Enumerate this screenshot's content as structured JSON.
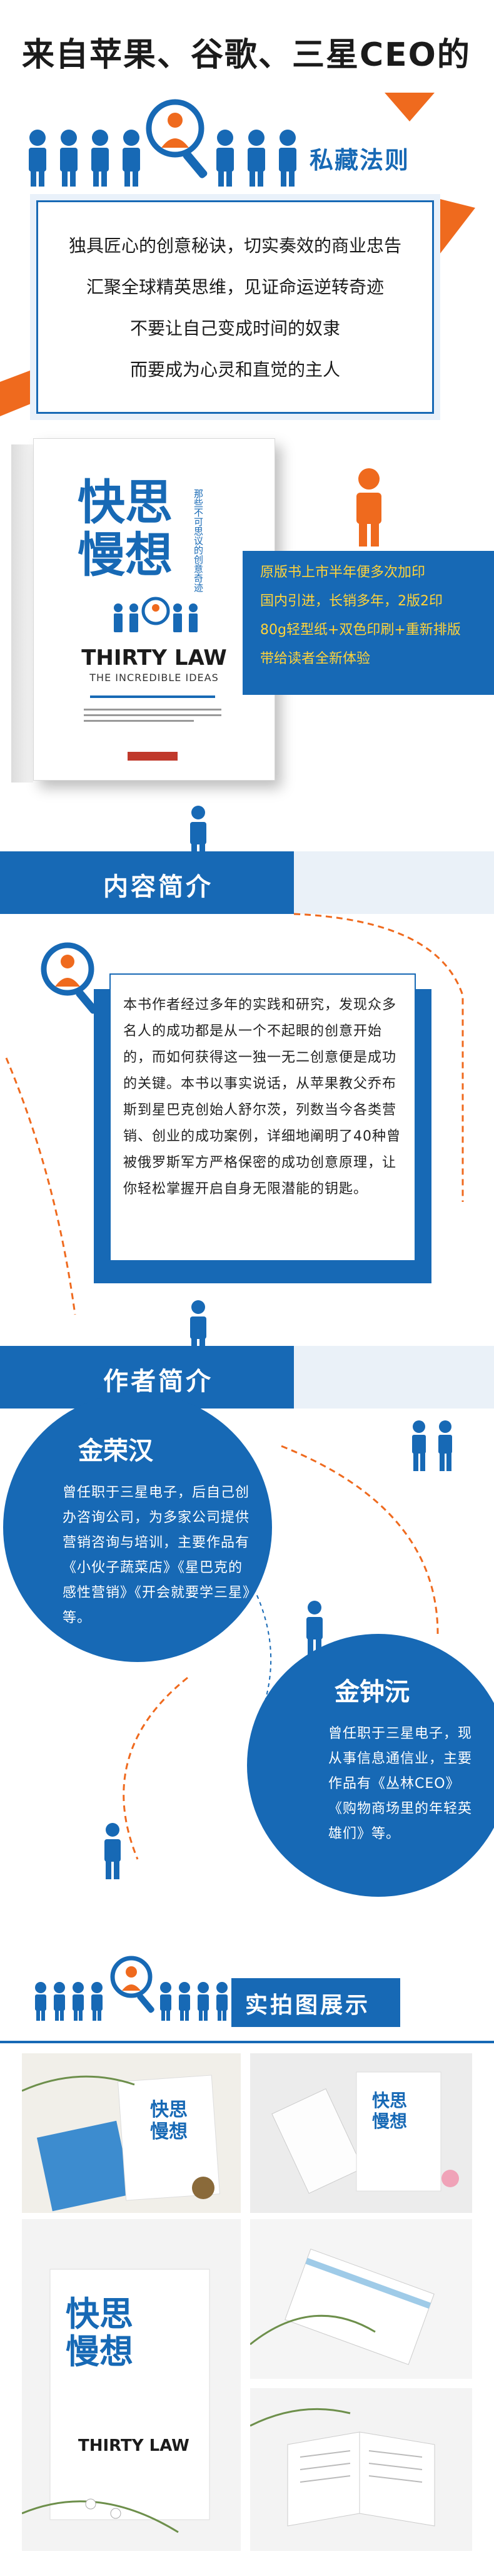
{
  "header": {
    "title": "来自苹果、谷歌、三星CEO的",
    "subtitle": "私藏法则"
  },
  "tagline": [
    "独具匠心的创意秘诀，切实奏效的商业忠告",
    "汇聚全球精英思维，见证命运逆转奇迹",
    "不要让自己变成时间的奴隶",
    "而要成为心灵和直觉的主人"
  ],
  "book": {
    "title_line1": "快思",
    "title_line2": "慢想",
    "side_caption": "那些不可思议的创意奇迹",
    "english_title": "THIRTY LAW",
    "english_subtitle": "THE INCREDIBLE IDEAS"
  },
  "highlights": [
    "原版书上市半年便多次加印",
    "国内引进，长销多年，2版2印",
    "80g轻型纸+双色印刷+重新排版",
    "带给读者全新体验"
  ],
  "sections": {
    "content_intro": "内容简介",
    "author_intro": "作者简介",
    "photos": "实拍图展示"
  },
  "content_text": "本书作者经过多年的实践和研究，发现众多名人的成功都是从一个不起眼的创意开始的，而如何获得这一独一无二创意便是成功的关键。本书以事实说话，从苹果教父乔布斯到星巴克创始人舒尔茨，列数当今各类营销、创业的成功案例，详细地阐明了40种曾被俄罗斯军方严格保密的成功创意原理，让你轻松掌握开启自身无限潜能的钥匙。",
  "authors": [
    {
      "name": "金荣汉",
      "bio": "曾任职于三星电子，后自己创办咨询公司，为多家公司提供营销咨询与培训，主要作品有《小伙子蔬菜店》《星巴克的感性营销》《开会就要学三星》等。"
    },
    {
      "name": "金钟沅",
      "bio": "曾任职于三星电子，现从事信息通信业，主要作品有《丛林CEO》《购物商场里的年轻英雄们》等。"
    }
  ],
  "colors": {
    "brand_blue": "#1769b5",
    "accent_orange": "#ef6a1e",
    "highlight_yellow": "#ffd33a"
  },
  "icons": [
    "person-icon",
    "magnifier-icon",
    "arrow-icon"
  ]
}
